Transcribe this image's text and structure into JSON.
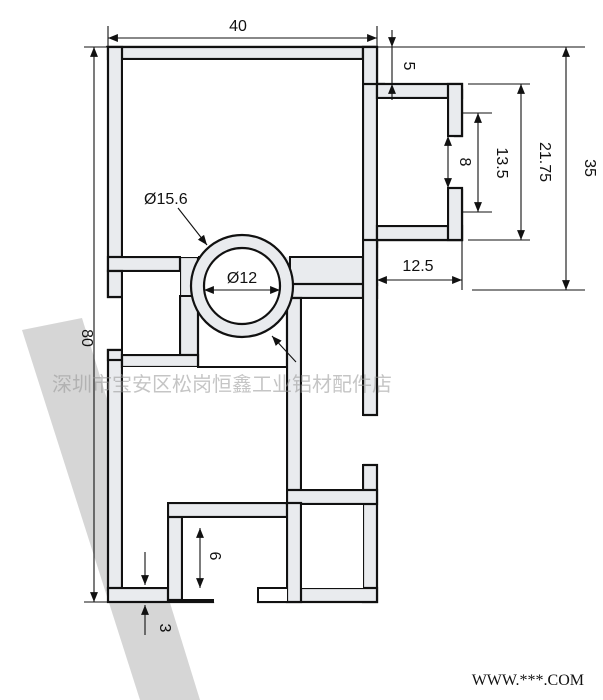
{
  "dimensions": {
    "width_top": "40",
    "height_left": "80",
    "right_35": "35",
    "right_21_75": "21.75",
    "right_13_5": "13.5",
    "right_8": "8",
    "top_5": "5",
    "right_12_5": "12.5",
    "circle_outer": "Ø15.6",
    "circle_inner": "Ø12",
    "bottom_6": "6",
    "bottom_3": "3"
  },
  "watermark": "深圳市宝安区松岗恒鑫工业铝材配件店",
  "footer_site": "WWW.***.COM",
  "colors": {
    "profile_fill": "#e9ebee",
    "line": "#111111",
    "grey_band": "#c8c8c8"
  }
}
